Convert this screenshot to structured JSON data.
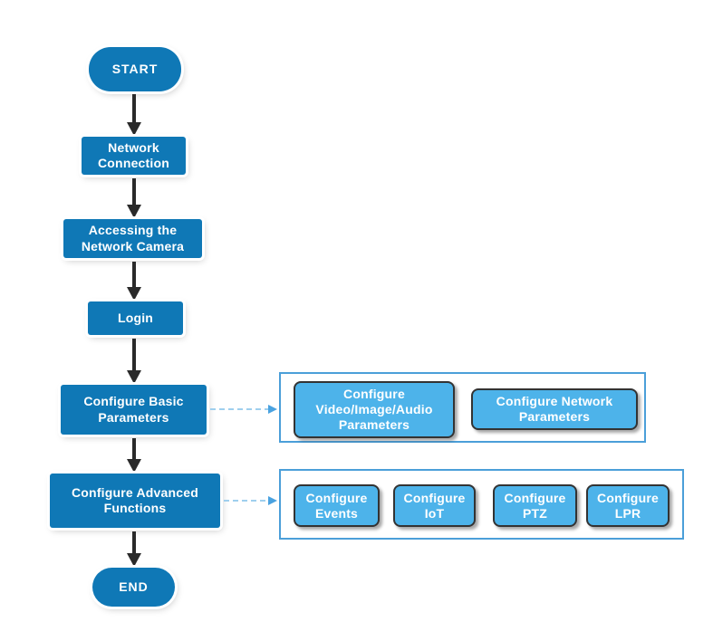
{
  "diagram": {
    "main_flow": [
      {
        "label": "START",
        "shape": "terminator"
      },
      {
        "label": "Network\nConnection",
        "shape": "process"
      },
      {
        "label": "Accessing the\nNetwork Camera",
        "shape": "process"
      },
      {
        "label": "Login",
        "shape": "process"
      },
      {
        "label": "Configure Basic\nParameters",
        "shape": "process"
      },
      {
        "label": "Configure Advanced\nFunctions",
        "shape": "process"
      },
      {
        "label": "END",
        "shape": "terminator"
      }
    ],
    "groups": [
      {
        "items": [
          {
            "label": "Configure\nVideo/Image/Audio\nParameters"
          },
          {
            "label": "Configure Network\nParameters"
          }
        ]
      },
      {
        "items": [
          {
            "label": "Configure\nEvents"
          },
          {
            "label": "Configure\nIoT"
          },
          {
            "label": "Configure\nPTZ"
          },
          {
            "label": "Configure\nLPR"
          }
        ]
      }
    ],
    "colors": {
      "node_fill": "#0f78b6",
      "subnode_fill": "#4db3ea",
      "subnode_border": "#333333",
      "connector": "#2a2a2a",
      "dashed_line": "#9fcfee",
      "dashed_arrowhead": "#4aa2e0",
      "group_border": "#4b9fd9",
      "label_text": "#ffffff"
    }
  }
}
